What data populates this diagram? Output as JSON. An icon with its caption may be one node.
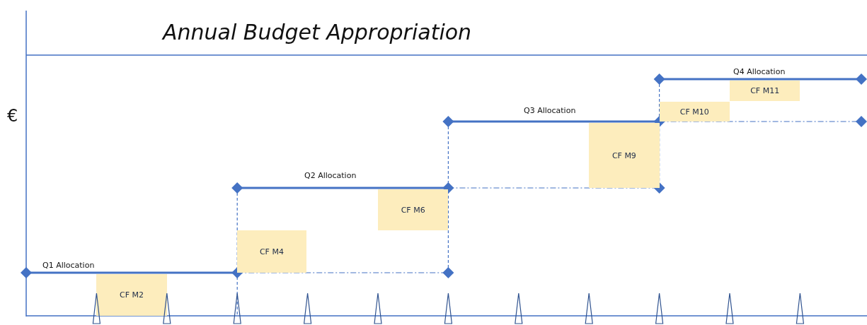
{
  "diagram": {
    "title": "Annual Budget Appropriation",
    "nodes": [
      {
        "text": [
          "CF M2"
        ]
      },
      {
        "text": [
          "CF M4"
        ]
      },
      {
        "text": [
          "CF M6"
        ]
      },
      {
        "text": [
          "CF M9"
        ]
      },
      {
        "text": [
          "CF M10"
        ]
      },
      {
        "text": [
          "CF M11"
        ]
      }
    ],
    "edges": [],
    "labels": [
      "€",
      "Q1 Allocation",
      "Q2 Allocation",
      "Q3 Allocation",
      "Q4 Allocation"
    ]
  }
}
